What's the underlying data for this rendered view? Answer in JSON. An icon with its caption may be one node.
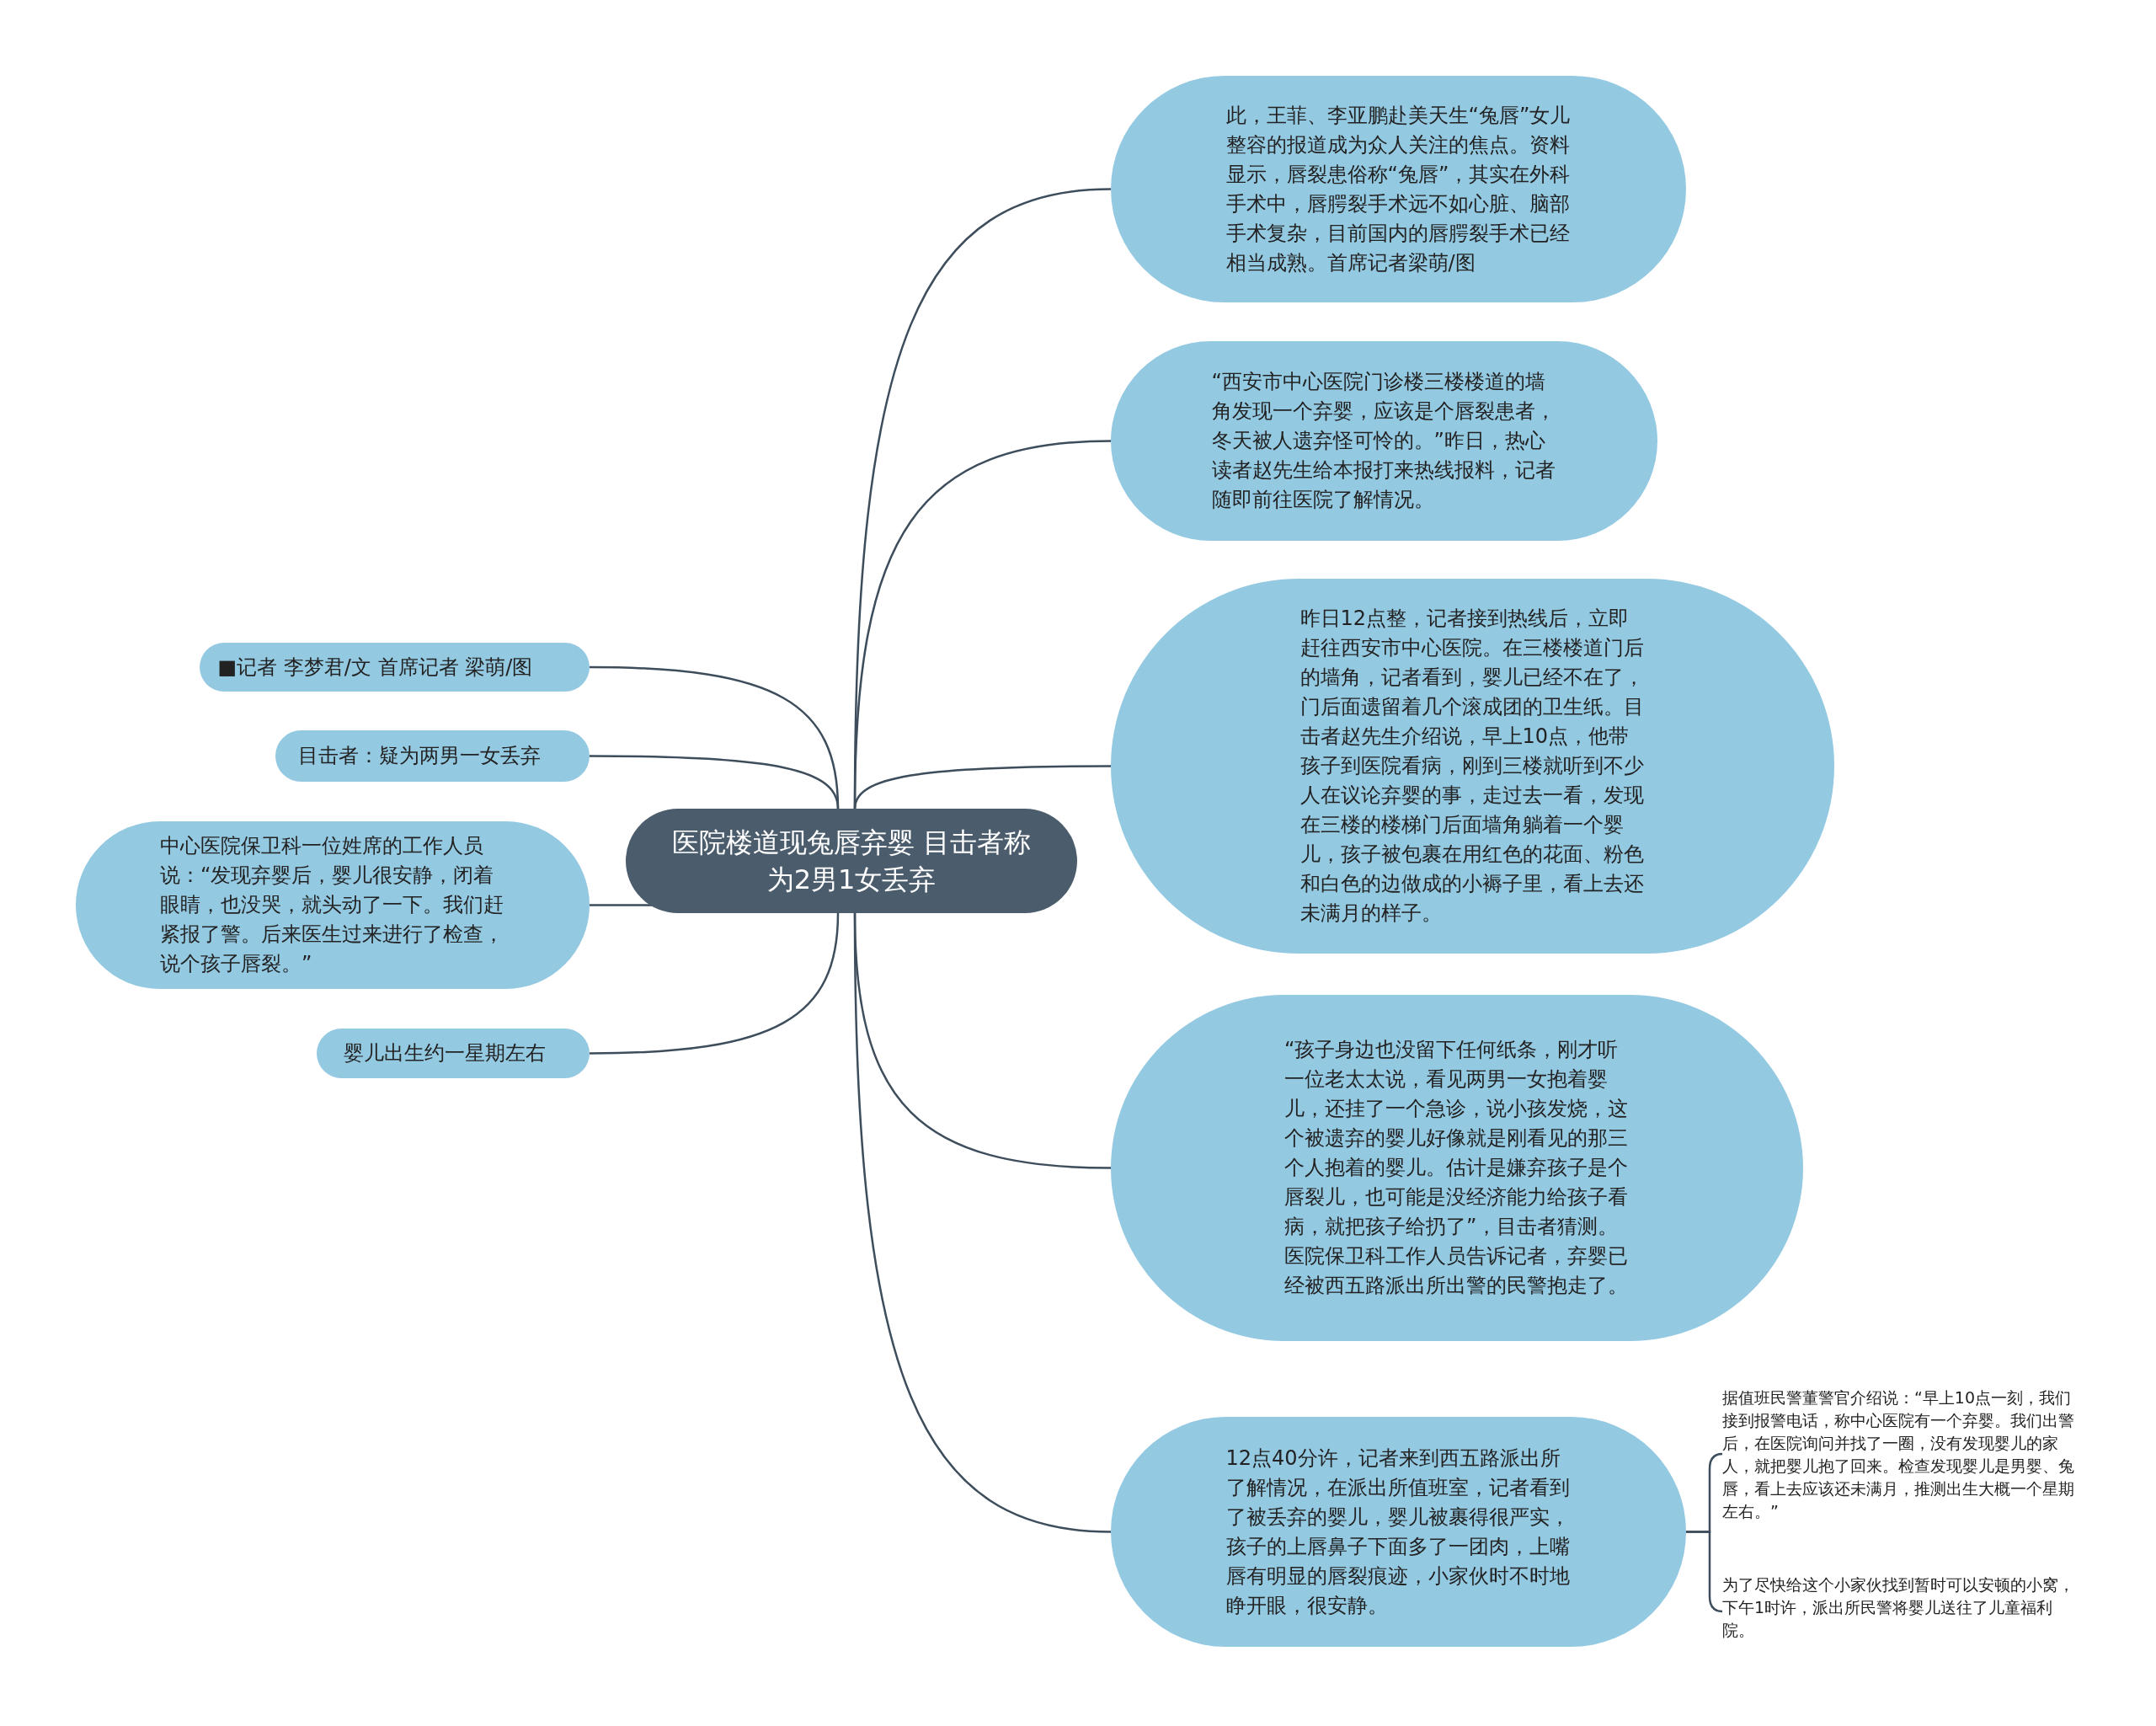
{
  "diagram": {
    "nodes": [
      {
        "text": [
          "医院楼道现兔唇弃婴 目击者称为2男1女丢弃"
        ]
      },
      {
        "text": [
          "此，王菲、李亚鹏赴美天生“兔唇”女儿整容的报道成为众人关注的焦点。资料显示，唇裂患俗称“兔唇”，其实在外科手术中，唇腭裂手术远不如心脏、脑部手术复杂，目前国内的唇腭裂手术已经相当成熟。首席记者梁萌/图"
        ]
      },
      {
        "text": [
          "“西安市中心医院门诊楼三楼楼道的墙角发现一个弃婴，应该是个唇裂患者，冬天被人遗弃怪可怜的。”昨日，热心读者赵先生给本报打来热线报料，记者随即前往医院了解情况。"
        ]
      },
      {
        "text": [
          "昨日12点整，记者接到热线后，立即赶往西安市中心医院。在三楼楼道门后的墙角，记者看到，婴儿已经不在了，门后面遗留着几个滚成团的卫生纸。目击者赵先生介绍说，早上10点，他带孩子到医院看病，刚到三楼就听到不少人在议论弃婴的事，走过去一看，发现在三楼的楼梯门后面墙角躺着一个婴儿，孩子被包裹在用红色的花面、粉色和白色的边做成的小褥子里，看上去还未满月的样子。"
        ]
      },
      {
        "text": [
          "“孩子身边也没留下任何纸条，刚才听一位老太太说，看见两男一女抱着婴儿，还挂了一个急诊，说小孩发烧，这个被遗弃的婴儿好像就是刚看见的那三个人抱着的婴儿。估计是嫌弃孩子是个唇裂儿，也可能是没经济能力给孩子看病，就把孩子给扔了”，目击者猜测。医院保卫科工作人员告诉记者，弃婴已经被西五路派出所出警的民警抱走了。"
        ]
      },
      {
        "text": [
          "12点40分许，记者来到西五路派出所了解情况，在派出所值班室，记者看到了被丢弃的婴儿，婴儿被裹得很严实，孩子的上唇鼻子下面多了一团肉，上嘴唇有明显的唇裂痕迹，小家伙时不时地睁开眼，很安静。"
        ]
      },
      {
        "text": [
          "■记者 李梦君/文 首席记者 梁萌/图"
        ]
      },
      {
        "text": [
          "目击者：疑为两男一女丢弃"
        ]
      },
      {
        "text": [
          "中心医院保卫科一位姓席的工作人员说：“发现弃婴后，婴儿很安静，闭着眼睛，也没哭，就头动了一下。我们赶紧报了警。后来医生过来进行了检查，说个孩子唇裂。”"
        ]
      },
      {
        "text": [
          "婴儿出生约一星期左右"
        ]
      },
      {
        "text": [
          "据值班民警董警官介绍说：“早上10点一刻，我们接到报警电话，称中心医院有一个弃婴。我们出警后，在医院询问并找了一圈，没有发现婴儿的家人，就把婴儿抱了回来。检查发现婴儿是男婴、兔唇，看上去应该还未满月，推测出生大概一个星期左右。”"
        ]
      },
      {
        "text": [
          "为了尽快给这个小家伙找到暂时可以安顿的小窝，下午1时许，派出所民警将婴儿送往了儿童福利院。"
        ]
      }
    ],
    "edges": [
      {
        "from": 0,
        "to": 1,
        "arrow": "none"
      },
      {
        "from": 0,
        "to": 2,
        "arrow": "none"
      },
      {
        "from": 0,
        "to": 3,
        "arrow": "none"
      },
      {
        "from": 0,
        "to": 4,
        "arrow": "none"
      },
      {
        "from": 0,
        "to": 5,
        "arrow": "none"
      },
      {
        "from": 0,
        "to": 6,
        "arrow": "none"
      },
      {
        "from": 0,
        "to": 7,
        "arrow": "none"
      },
      {
        "from": 0,
        "to": 8,
        "arrow": "none"
      },
      {
        "from": 0,
        "to": 9,
        "arrow": "none"
      },
      {
        "from": 5,
        "to": 10,
        "arrow": "none"
      },
      {
        "from": 5,
        "to": 11,
        "arrow": "none"
      }
    ]
  }
}
